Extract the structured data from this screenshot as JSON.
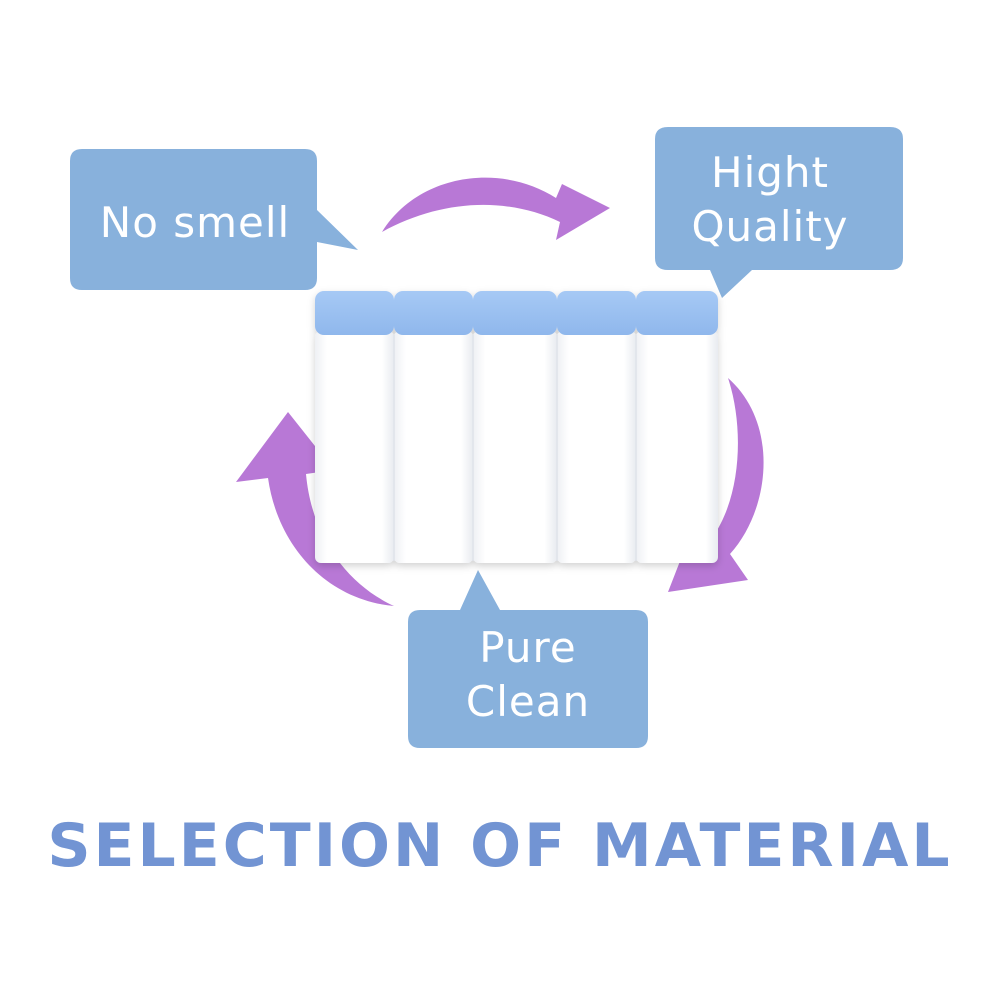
{
  "bubbles": {
    "top_left": {
      "line1": "No smell"
    },
    "top_right": {
      "line1": "Hight",
      "line2": "Quality"
    },
    "bottom": {
      "line1": "Pure",
      "line2": "Clean"
    }
  },
  "product": {
    "roll_count": 5
  },
  "title": "SELECTION OF MATERIAL",
  "colors": {
    "bubble": "#88b1dc",
    "arrow": "#b878d6",
    "title": "#7294d3",
    "roll_band": "#9ec3f1",
    "roll_body": "#ffffff"
  },
  "icons": {
    "arrows": [
      "curved-arrow-top",
      "curved-arrow-right",
      "curved-arrow-left"
    ]
  }
}
